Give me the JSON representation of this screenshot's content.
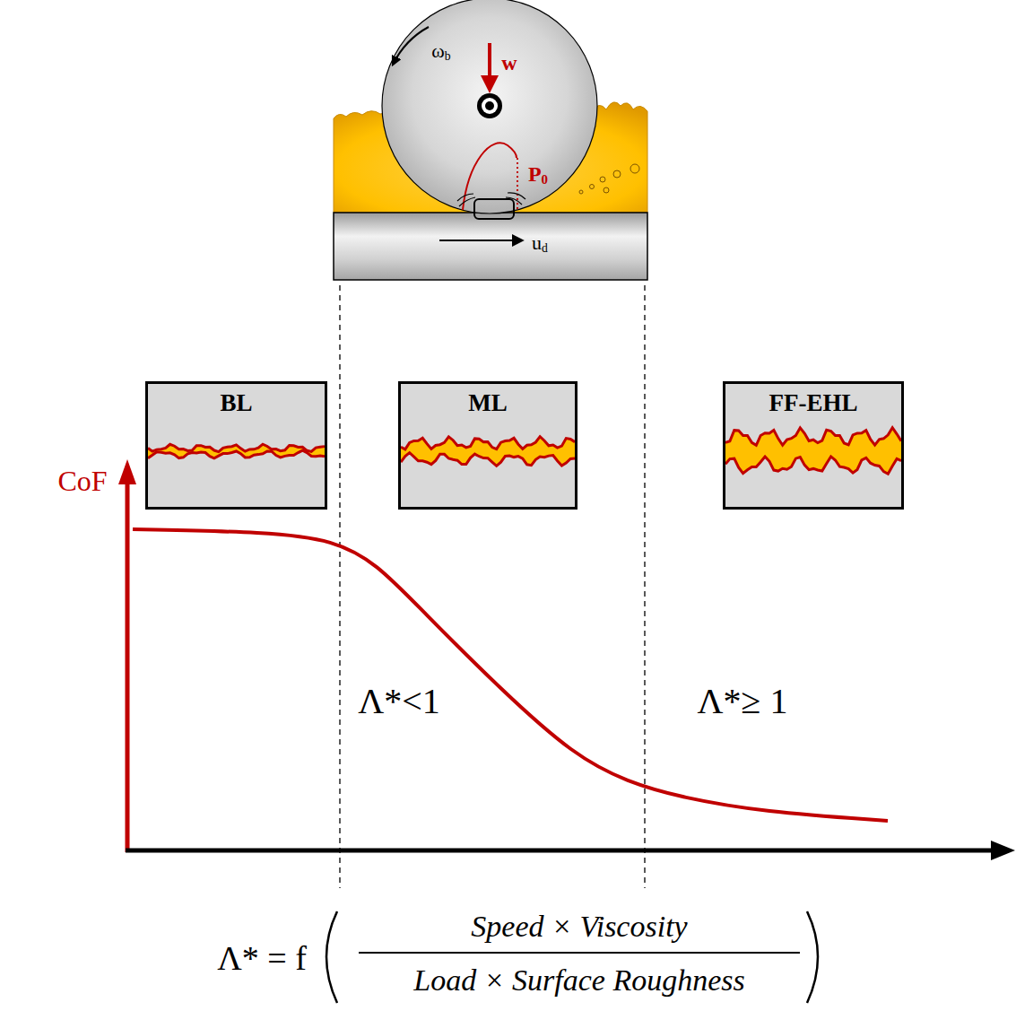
{
  "diagram": {
    "nodes": [
      {
        "text": [
          "BL"
        ]
      },
      {
        "text": [
          "ML"
        ]
      },
      {
        "text": [
          "FF-EHL"
        ]
      }
    ],
    "labels": [
      "ωb",
      "w",
      "P0",
      "ud",
      "CoF",
      "Λ*<1",
      "Λ*≥ 1",
      "Λ* = f",
      "Speed × Viscosity",
      "Load × Surface Roughness"
    ]
  }
}
